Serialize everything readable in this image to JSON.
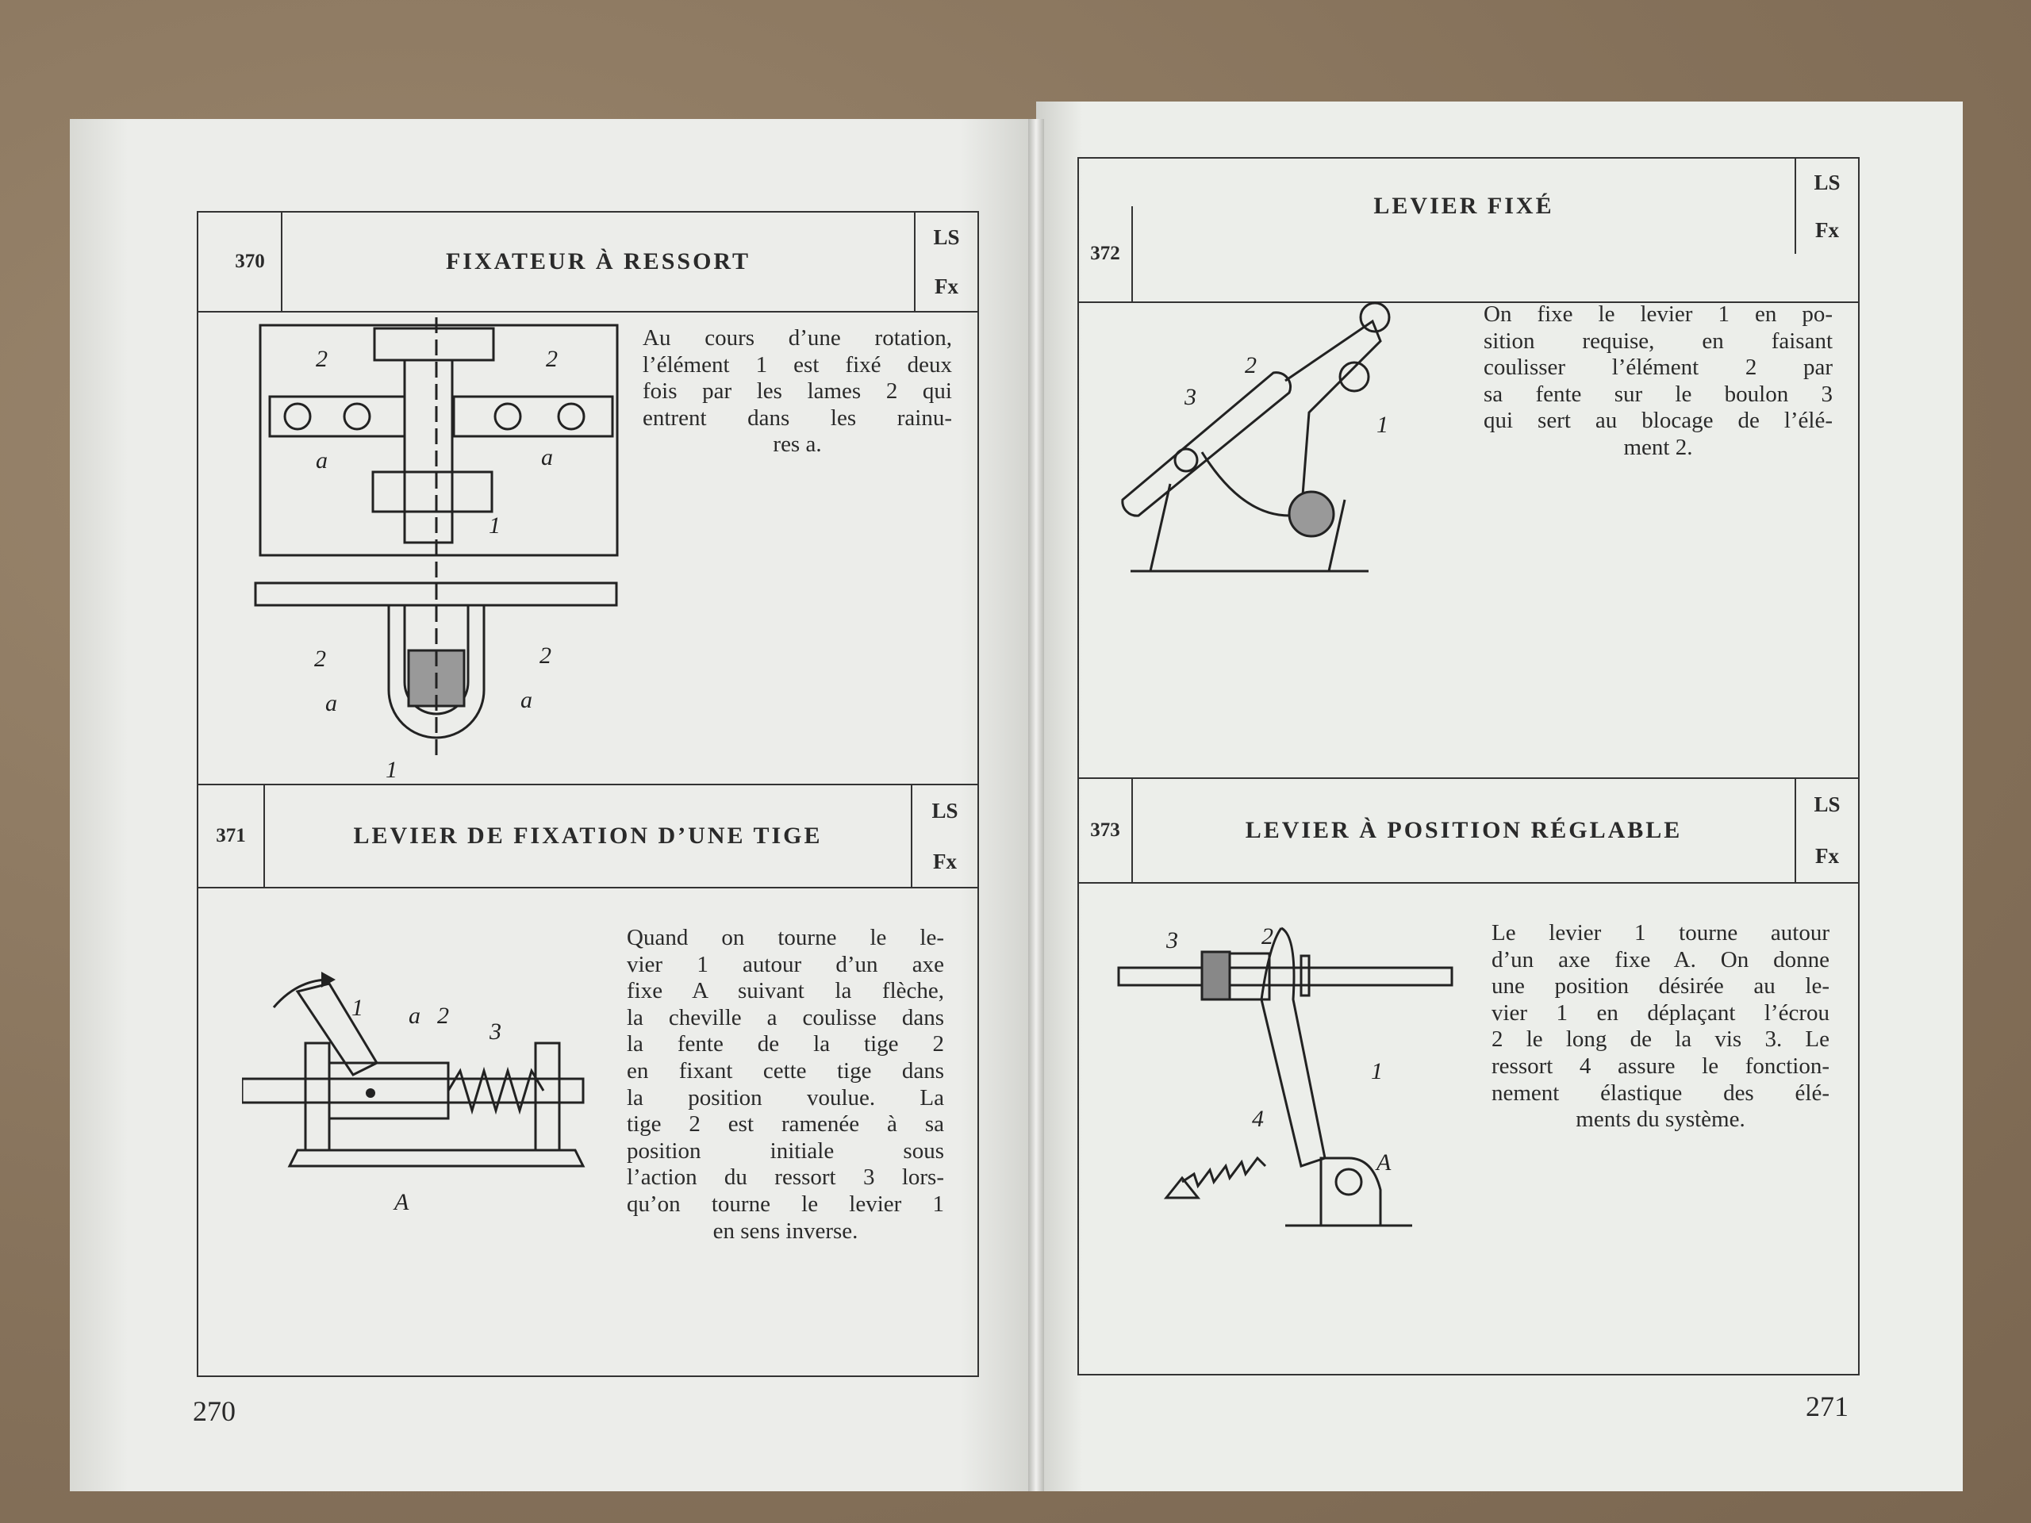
{
  "pages": {
    "left": {
      "page_number": "270",
      "sections": [
        {
          "number": "370",
          "title": "FIXATEUR À RESSORT",
          "codes": [
            "LS",
            "Fx"
          ],
          "text": [
            "Au cours d’une rotation,",
            "l’élément 1 est fixé deux",
            "fois par les lames 2 qui",
            "entrent dans les rainu-",
            "res a."
          ],
          "labels": [
            "2",
            "2",
            "a",
            "a",
            "1",
            "2",
            "2",
            "a",
            "a",
            "1"
          ]
        },
        {
          "number": "371",
          "title": "LEVIER DE FIXATION D’UNE TIGE",
          "codes": [
            "LS",
            "Fx"
          ],
          "text": [
            "Quand on tourne le le-",
            "vier 1 autour d’un axe",
            "fixe A suivant la flèche,",
            "la cheville a coulisse dans",
            "la fente de la tige 2",
            "en fixant cette tige dans",
            "la position voulue. La",
            "tige 2 est ramenée à sa",
            "position initiale sous",
            "l’action du ressort 3 lors-",
            "qu’on tourne le levier 1",
            "en sens inverse."
          ],
          "labels": [
            "1",
            "a",
            "2",
            "3",
            "A"
          ]
        }
      ]
    },
    "right": {
      "page_number": "271",
      "sections": [
        {
          "number": "372",
          "title": "LEVIER FIXÉ",
          "codes": [
            "LS",
            "Fx"
          ],
          "text": [
            "On fixe le levier 1 en po-",
            "sition requise, en faisant",
            "coulisser l’élément 2 par",
            "sa fente sur le boulon 3",
            "qui sert au blocage de l’élé-",
            "ment 2."
          ],
          "labels": [
            "2",
            "3",
            "1"
          ]
        },
        {
          "number": "373",
          "title": "LEVIER À POSITION RÉGLABLE",
          "codes": [
            "LS",
            "Fx"
          ],
          "text": [
            "Le levier 1 tourne autour",
            "d’un axe fixe A. On donne",
            "une position désirée au le-",
            "vier 1 en déplaçant l’écrou",
            "2 le long de la vis 3. Le",
            "ressort 4 assure le fonction-",
            "nement élastique des élé-",
            "ments du système."
          ],
          "labels": [
            "3",
            "2",
            "1",
            "4",
            "A"
          ]
        }
      ]
    }
  }
}
